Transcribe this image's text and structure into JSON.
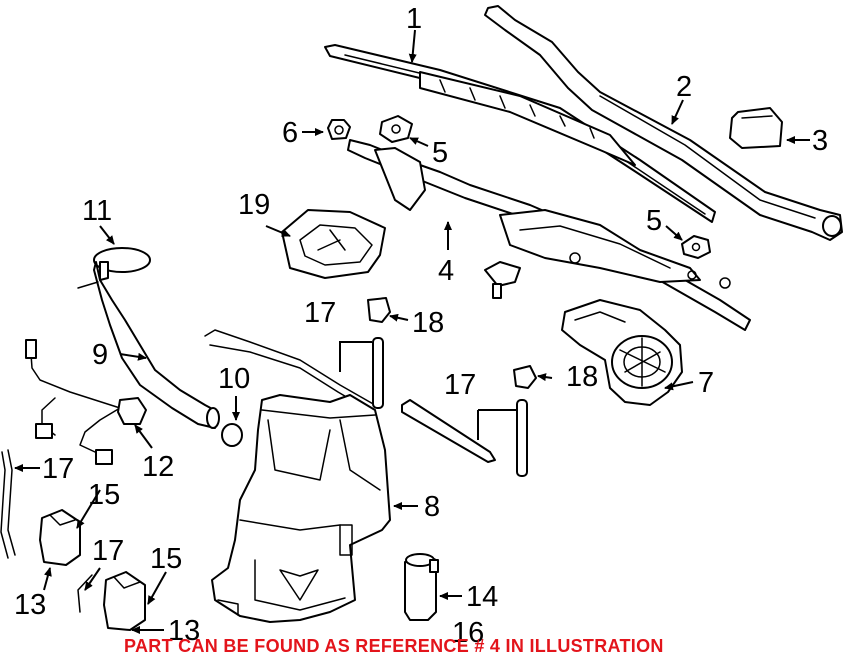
{
  "diagram": {
    "callouts": [
      "1",
      "2",
      "3",
      "4",
      "5",
      "5",
      "6",
      "7",
      "8",
      "9",
      "10",
      "11",
      "12",
      "13",
      "13",
      "14",
      "15",
      "15",
      "16",
      "17",
      "17",
      "17",
      "17",
      "18",
      "18",
      "19"
    ],
    "notice": "PART CAN BE FOUND AS REFERENCE # 4 IN ILLUSTRATION",
    "notice_color": "#e3141b",
    "line_color": "#000000",
    "background": "#ffffff"
  }
}
